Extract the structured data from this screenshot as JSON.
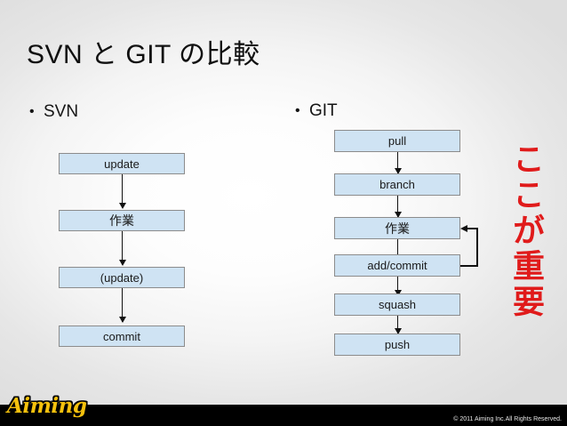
{
  "slide": {
    "title": "SVN と GIT の比較",
    "background_center": "#ffffff",
    "background_edge": "#dedede"
  },
  "columns": [
    {
      "id": "svn",
      "bullet": "•",
      "heading": "SVN",
      "steps": [
        {
          "label": "update"
        },
        {
          "label": "作業"
        },
        {
          "label": "(update)"
        },
        {
          "label": "commit"
        }
      ]
    },
    {
      "id": "git",
      "bullet": "•",
      "heading": "GIT",
      "steps": [
        {
          "label": "pull"
        },
        {
          "label": "branch"
        },
        {
          "label": "作業"
        },
        {
          "label": "add/commit"
        },
        {
          "label": "squash"
        },
        {
          "label": "push"
        }
      ],
      "loop": {
        "from": "add/commit",
        "to": "作業"
      }
    }
  ],
  "emphasis": {
    "text": "ここが重要",
    "color": "#e01b1b"
  },
  "footer": {
    "logo": "Aiming",
    "logo_color": "#f5c10d",
    "copyright": "© 2011 Aiming Inc.All Rights Reserved.",
    "bar_color": "#000000"
  },
  "styles": {
    "box_fill": "#cfe3f3",
    "box_border": "#8c8c8c",
    "arrow_color": "#111111"
  }
}
